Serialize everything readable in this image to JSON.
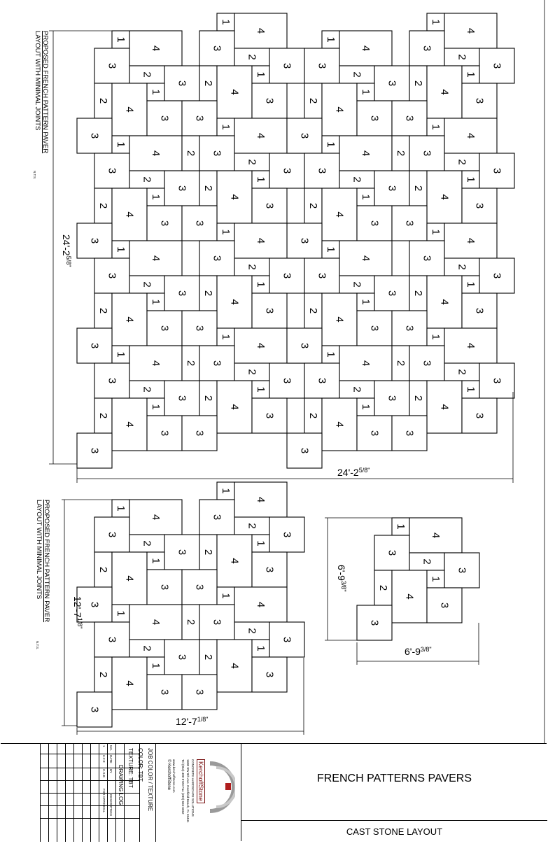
{
  "notes": {
    "plan_line1": "PROPOSED FRENCH PATTERN PAVER",
    "plan_line2": "LAYOUT WITH MINIMAL JOINTS",
    "nts": "N.T.S."
  },
  "dimensions": {
    "large_height": "24'-2",
    "large_height_frac": "5/8\"",
    "large_width": "24'-2",
    "large_width_frac": "5/8\"",
    "medium_height": "12'-7",
    "medium_height_frac": "1/8\"",
    "medium_width": "12'-7",
    "medium_width_frac": "1/8\"",
    "small_height": "6'-9",
    "small_height_frac": "3/8\"",
    "small_width": "6'-9",
    "small_width_frac": "3/8\""
  },
  "paver_labels": [
    "1",
    "2",
    "3",
    "4"
  ],
  "title_block": {
    "job_color_texture": "JOB COLOR / TEXTURE",
    "color": "COLOR:",
    "color_value": "TBT",
    "texture": "TEXTURE:",
    "texture_value": "TBT",
    "drawing_log": "DRAWING LOG",
    "log_headers": [
      "NO.",
      "DATE",
      "BY",
      "DESCRIPTION"
    ],
    "log_rows": [
      [
        "1",
        "6-2-8",
        "C.S.B",
        "FOR APPROVAL"
      ]
    ],
    "brand": "KerchoffStone",
    "brand_tagline": "CONCRETE HARDSCAPE SOLUTIONS",
    "brand_address": "1600 SW 9th Ave. Deerfield Beach, FL 33441",
    "brand_phone": "Tel (954) 480-9723 Fax (239) 566-6652",
    "brand_web": "www.kerchoffstone.com",
    "brand_copyright": "© KerchoffStone",
    "project_title": "FRENCH PATTERNS PAVERS",
    "sheet_title": "CAST STONE LAYOUT"
  }
}
